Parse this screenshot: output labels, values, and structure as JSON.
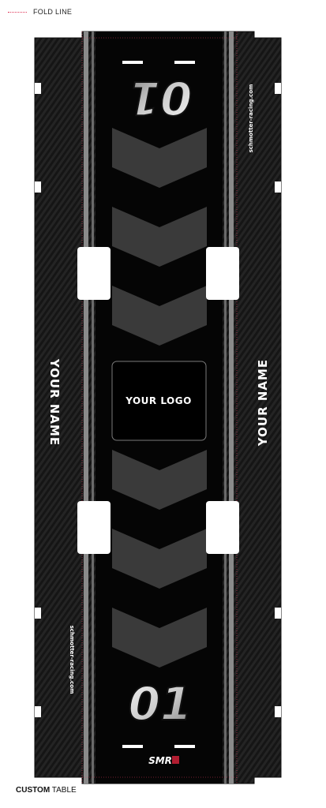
{
  "legend": {
    "fold_line_label": "FOLD LINE"
  },
  "numbers": {
    "top": "01",
    "bottom": "01"
  },
  "name": {
    "left": "YOUR NAME",
    "right": "YOUR NAME"
  },
  "logo": {
    "label": "YOUR LOGO"
  },
  "brand": {
    "site_top": "schmotter-racing.com",
    "site_bottom": "schmotter-racing.com",
    "mark": "SMR"
  },
  "footer": {
    "bold": "CUSTOM",
    "regular": "TABLE"
  },
  "colors": {
    "base": "#141414",
    "carbon": "#1f1f1f",
    "center_strip": "#050505",
    "stripe_gray": "#8a8a8a",
    "chevron": "#3a3a3a",
    "fold_line": "#e0385a",
    "accent_red": "#d0223a"
  }
}
